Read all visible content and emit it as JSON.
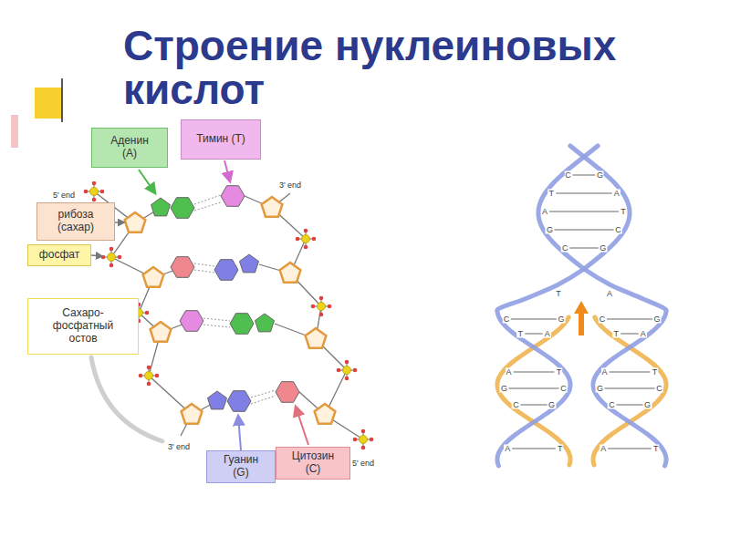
{
  "diagram": {
    "title": "Строение нуклеиновых кислот",
    "nodes": [
      {
        "text": [
          "Аденин (A)"
        ]
      },
      {
        "text": [
          "Тимин (T)"
        ]
      },
      {
        "text": [
          "рибоза (сахар)"
        ]
      },
      {
        "text": [
          "фосфат"
        ]
      },
      {
        "text": [
          "Сахаро-фосфатный остов"
        ]
      },
      {
        "text": [
          "Гуанин (G)"
        ]
      },
      {
        "text": [
          "Цитозин (C)"
        ]
      }
    ],
    "labels": [
      "5' end",
      "3' end",
      "3' end",
      "5' end",
      "C",
      "G",
      "T",
      "A",
      "A",
      "T",
      "G",
      "C",
      "C",
      "G",
      "T",
      "A",
      "C",
      "G",
      "T",
      "A",
      "A",
      "T",
      "G",
      "C",
      "C",
      "G",
      "A",
      "T",
      "C",
      "G",
      "T",
      "A",
      "A",
      "T",
      "G",
      "C",
      "C",
      "G",
      "A",
      "T"
    ]
  }
}
